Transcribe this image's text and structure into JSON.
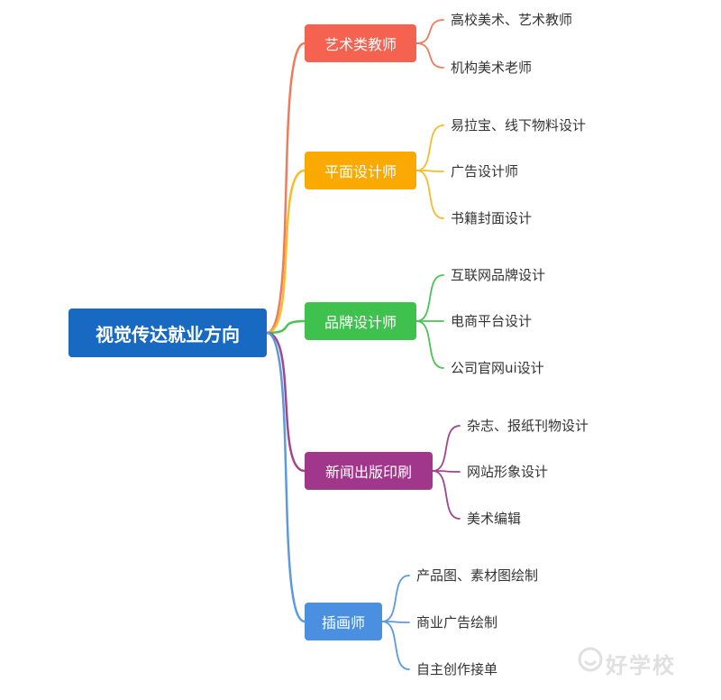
{
  "root": {
    "label": "视觉传达就业方向",
    "color": "#1769c2"
  },
  "branches": [
    {
      "label": "艺术类教师",
      "color": "#f5624f",
      "line": "#f07a5b",
      "leaves": [
        "高校美术、艺术教师",
        "机构美术老师"
      ]
    },
    {
      "label": "平面设计师",
      "color": "#f9a900",
      "line": "#f7bc2a",
      "leaves": [
        "易拉宝、线下物料设计",
        "广告设计师",
        "书籍封面设计"
      ]
    },
    {
      "label": "品牌设计师",
      "color": "#3fc24d",
      "line": "#49c456",
      "leaves": [
        "互联网品牌设计",
        "电商平台设计",
        "公司官网ui设计"
      ]
    },
    {
      "label": "新闻出版印刷",
      "color": "#a1378b",
      "line": "#a0468c",
      "leaves": [
        "杂志、报纸刊物设计",
        "网站形象设计",
        "美术编辑"
      ]
    },
    {
      "label": "插画师",
      "color": "#4a8fe0",
      "line": "#5b9ae0",
      "leaves": [
        "产品图、素材图绘制",
        "商业广告绘制",
        "自主创作接单"
      ]
    }
  ],
  "watermark": {
    "text": "好学校",
    "icon": "watermark-logo-icon"
  }
}
